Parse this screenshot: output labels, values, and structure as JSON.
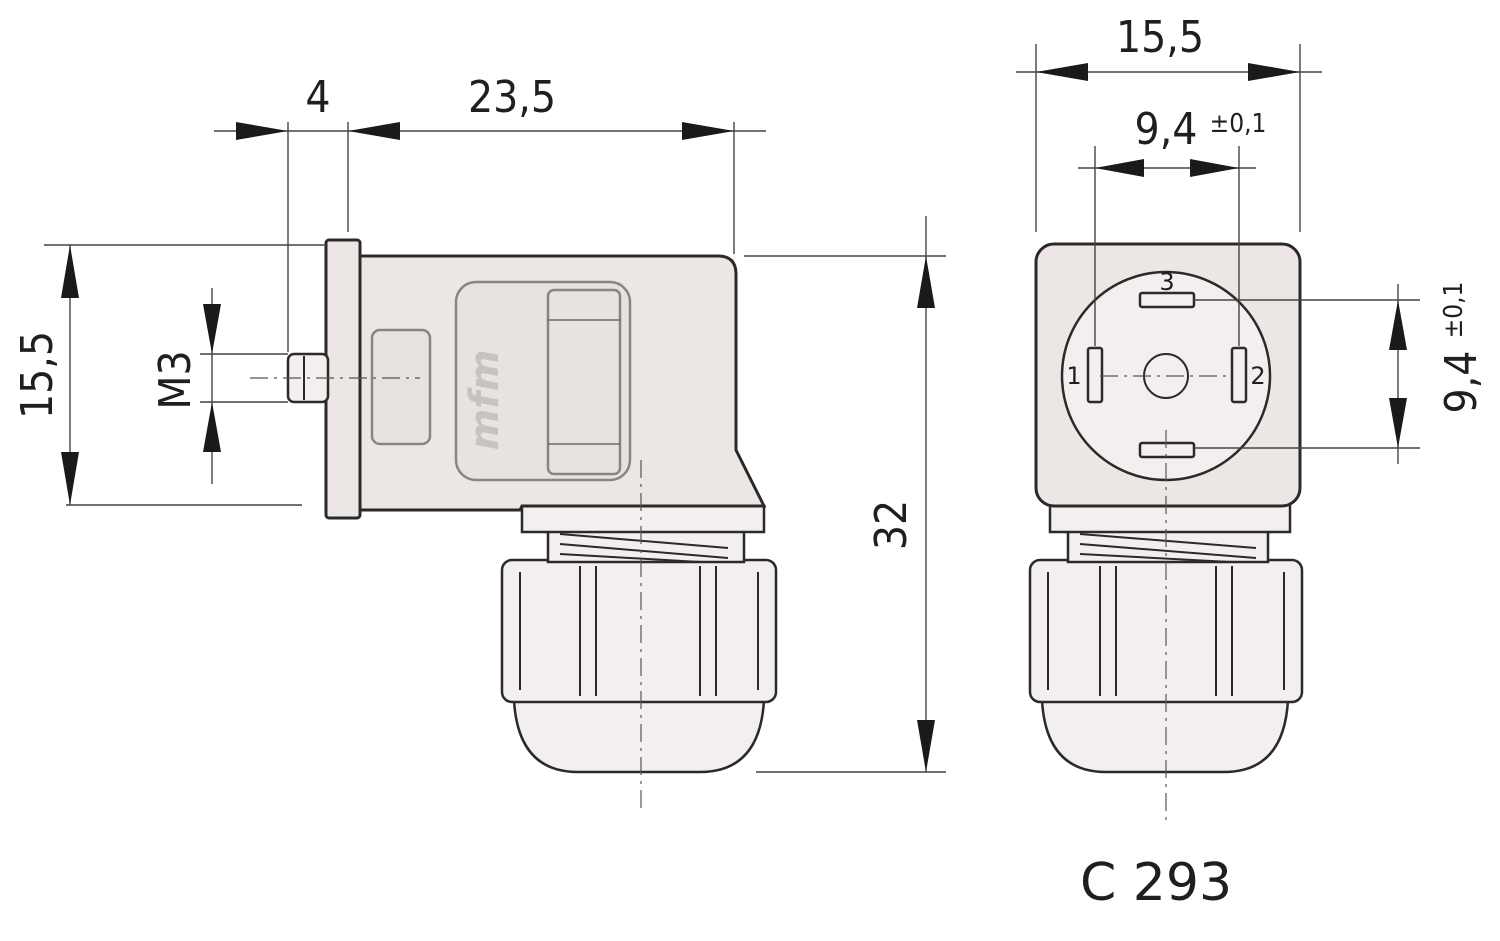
{
  "side_view": {
    "dim_top_left": "4",
    "dim_top_right": "23,5",
    "dim_left_height": "15,5",
    "thread_label": "M3",
    "dim_right_height": "32",
    "logo": "mfm"
  },
  "front_view": {
    "dim_top_outer": "15,5",
    "dim_top_inner": "9,4",
    "dim_top_inner_tol": "±0,1",
    "dim_right_inner": "9,4",
    "dim_right_inner_tol": "±0,1",
    "pin_1": "1",
    "pin_2": "2",
    "pin_3": "3"
  },
  "part_code": "C 293"
}
